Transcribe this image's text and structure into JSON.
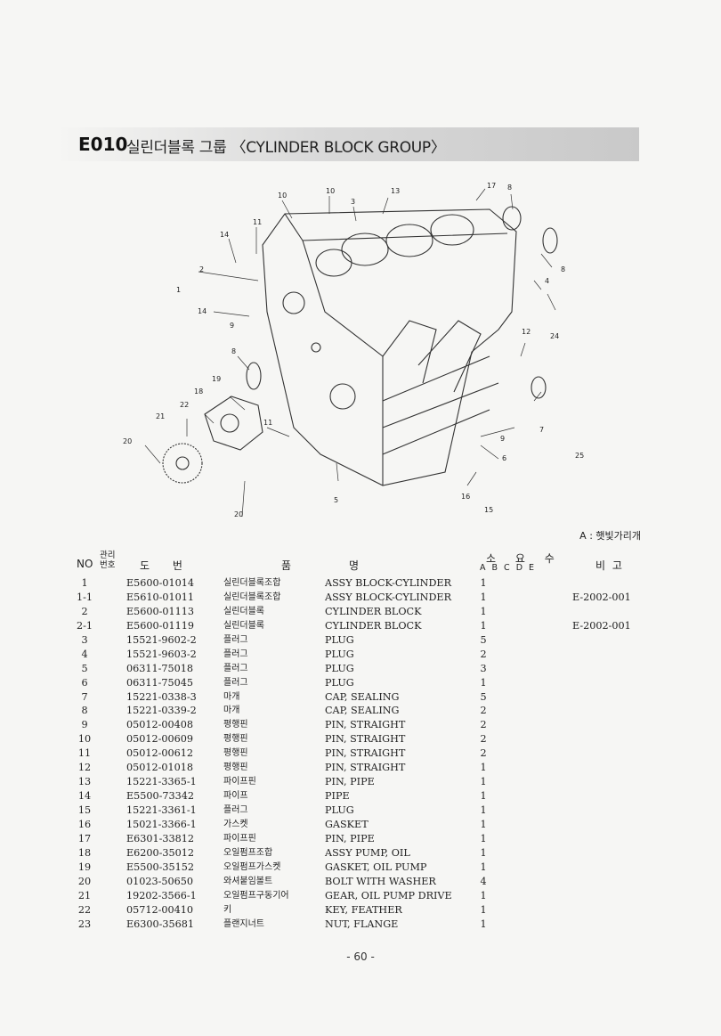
{
  "header": {
    "code": "E010",
    "title": "실린더블록 그룹 〈CYLINDER BLOCK GROUP〉"
  },
  "diagram": {
    "callouts": [
      "10",
      "10",
      "3",
      "13",
      "17",
      "8",
      "11",
      "14",
      "2",
      "1",
      "14",
      "9",
      "8",
      "19",
      "18",
      "22",
      "21",
      "20",
      "11",
      "20",
      "5",
      "16",
      "15",
      "6",
      "9",
      "25",
      "7",
      "12",
      "24",
      "4",
      "8"
    ]
  },
  "legend_note": "A : 햇빛가리개",
  "table": {
    "headers": {
      "no": "NO",
      "mgmt": "관리번호",
      "part_no": "도 번",
      "name_kor": "품",
      "name_eng": "명",
      "qty": "소 요 수",
      "qty_cols": "A B C D E",
      "remark": "비 고"
    },
    "rows": [
      {
        "no": "1",
        "part": "E5600-01014",
        "kor": "실린더블록조합",
        "eng": "ASSY BLOCK-CYLINDER",
        "qty": "1",
        "remark": ""
      },
      {
        "no": "1-1",
        "part": "E5610-01011",
        "kor": "실린더블록조합",
        "eng": "ASSY BLOCK-CYLINDER",
        "qty": "1",
        "remark": "E-2002-001"
      },
      {
        "no": "2",
        "part": "E5600-01113",
        "kor": "실린더블록",
        "eng": "CYLINDER BLOCK",
        "qty": "1",
        "remark": ""
      },
      {
        "no": "2-1",
        "part": "E5600-01119",
        "kor": "실린더블록",
        "eng": "CYLINDER BLOCK",
        "qty": "1",
        "remark": "E-2002-001"
      },
      {
        "no": "3",
        "part": "15521-9602-2",
        "kor": "플러그",
        "eng": "PLUG",
        "qty": "5",
        "remark": ""
      },
      {
        "no": "4",
        "part": "15521-9603-2",
        "kor": "플러그",
        "eng": "PLUG",
        "qty": "2",
        "remark": ""
      },
      {
        "no": "5",
        "part": "06311-75018",
        "kor": "플러그",
        "eng": "PLUG",
        "qty": "3",
        "remark": ""
      },
      {
        "no": "6",
        "part": "06311-75045",
        "kor": "플러그",
        "eng": "PLUG",
        "qty": "1",
        "remark": ""
      },
      {
        "no": "7",
        "part": "15221-0338-3",
        "kor": "마개",
        "eng": "CAP, SEALING",
        "qty": "5",
        "remark": ""
      },
      {
        "no": "8",
        "part": "15221-0339-2",
        "kor": "마개",
        "eng": "CAP, SEALING",
        "qty": "2",
        "remark": ""
      },
      {
        "no": "9",
        "part": "05012-00408",
        "kor": "평행핀",
        "eng": "PIN, STRAIGHT",
        "qty": "2",
        "remark": ""
      },
      {
        "no": "10",
        "part": "05012-00609",
        "kor": "평행핀",
        "eng": "PIN, STRAIGHT",
        "qty": "2",
        "remark": ""
      },
      {
        "no": "11",
        "part": "05012-00612",
        "kor": "평행핀",
        "eng": "PIN, STRAIGHT",
        "qty": "2",
        "remark": ""
      },
      {
        "no": "12",
        "part": "05012-01018",
        "kor": "평행핀",
        "eng": "PIN, STRAIGHT",
        "qty": "1",
        "remark": ""
      },
      {
        "no": "13",
        "part": "15221-3365-1",
        "kor": "파이프핀",
        "eng": "PIN, PIPE",
        "qty": "1",
        "remark": ""
      },
      {
        "no": "14",
        "part": "E5500-73342",
        "kor": "파이프",
        "eng": "PIPE",
        "qty": "1",
        "remark": ""
      },
      {
        "no": "15",
        "part": "15221-3361-1",
        "kor": "플러그",
        "eng": "PLUG",
        "qty": "1",
        "remark": ""
      },
      {
        "no": "16",
        "part": "15021-3366-1",
        "kor": "가스켓",
        "eng": "GASKET",
        "qty": "1",
        "remark": ""
      },
      {
        "no": "17",
        "part": "E6301-33812",
        "kor": "파이프핀",
        "eng": "PIN, PIPE",
        "qty": "1",
        "remark": ""
      },
      {
        "no": "18",
        "part": "E6200-35012",
        "kor": "오일펌프조합",
        "eng": "ASSY PUMP, OIL",
        "qty": "1",
        "remark": ""
      },
      {
        "no": "19",
        "part": "E5500-35152",
        "kor": "오일펌프가스켓",
        "eng": "GASKET, OIL PUMP",
        "qty": "1",
        "remark": ""
      },
      {
        "no": "20",
        "part": "01023-50650",
        "kor": "와셔붙임볼트",
        "eng": "BOLT WITH WASHER",
        "qty": "4",
        "remark": ""
      },
      {
        "no": "21",
        "part": "19202-3566-1",
        "kor": "오일펌프구동기어",
        "eng": "GEAR, OIL PUMP DRIVE",
        "qty": "1",
        "remark": ""
      },
      {
        "no": "22",
        "part": "05712-00410",
        "kor": "키",
        "eng": "KEY, FEATHER",
        "qty": "1",
        "remark": ""
      },
      {
        "no": "23",
        "part": "E6300-35681",
        "kor": "플랜지너트",
        "eng": "NUT, FLANGE",
        "qty": "1",
        "remark": ""
      }
    ]
  },
  "page_number": "- 60 -"
}
